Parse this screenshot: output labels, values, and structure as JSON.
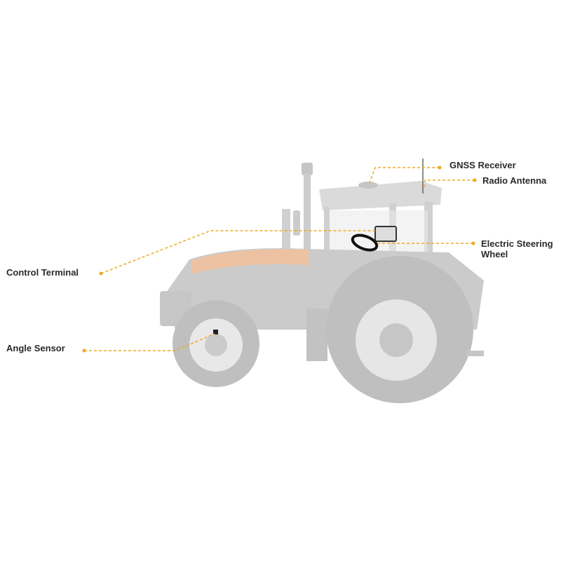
{
  "labels": {
    "gnss": "GNSS Receiver",
    "radio": "Radio Antenna",
    "steering_line1": "Electric Steering",
    "steering_line2": "Wheel",
    "terminal": "Control Terminal",
    "angle": "Angle Sensor"
  },
  "colors": {
    "accent": "#f0a81e",
    "tractor": "#c9c9c9",
    "hood": "#eab892"
  }
}
